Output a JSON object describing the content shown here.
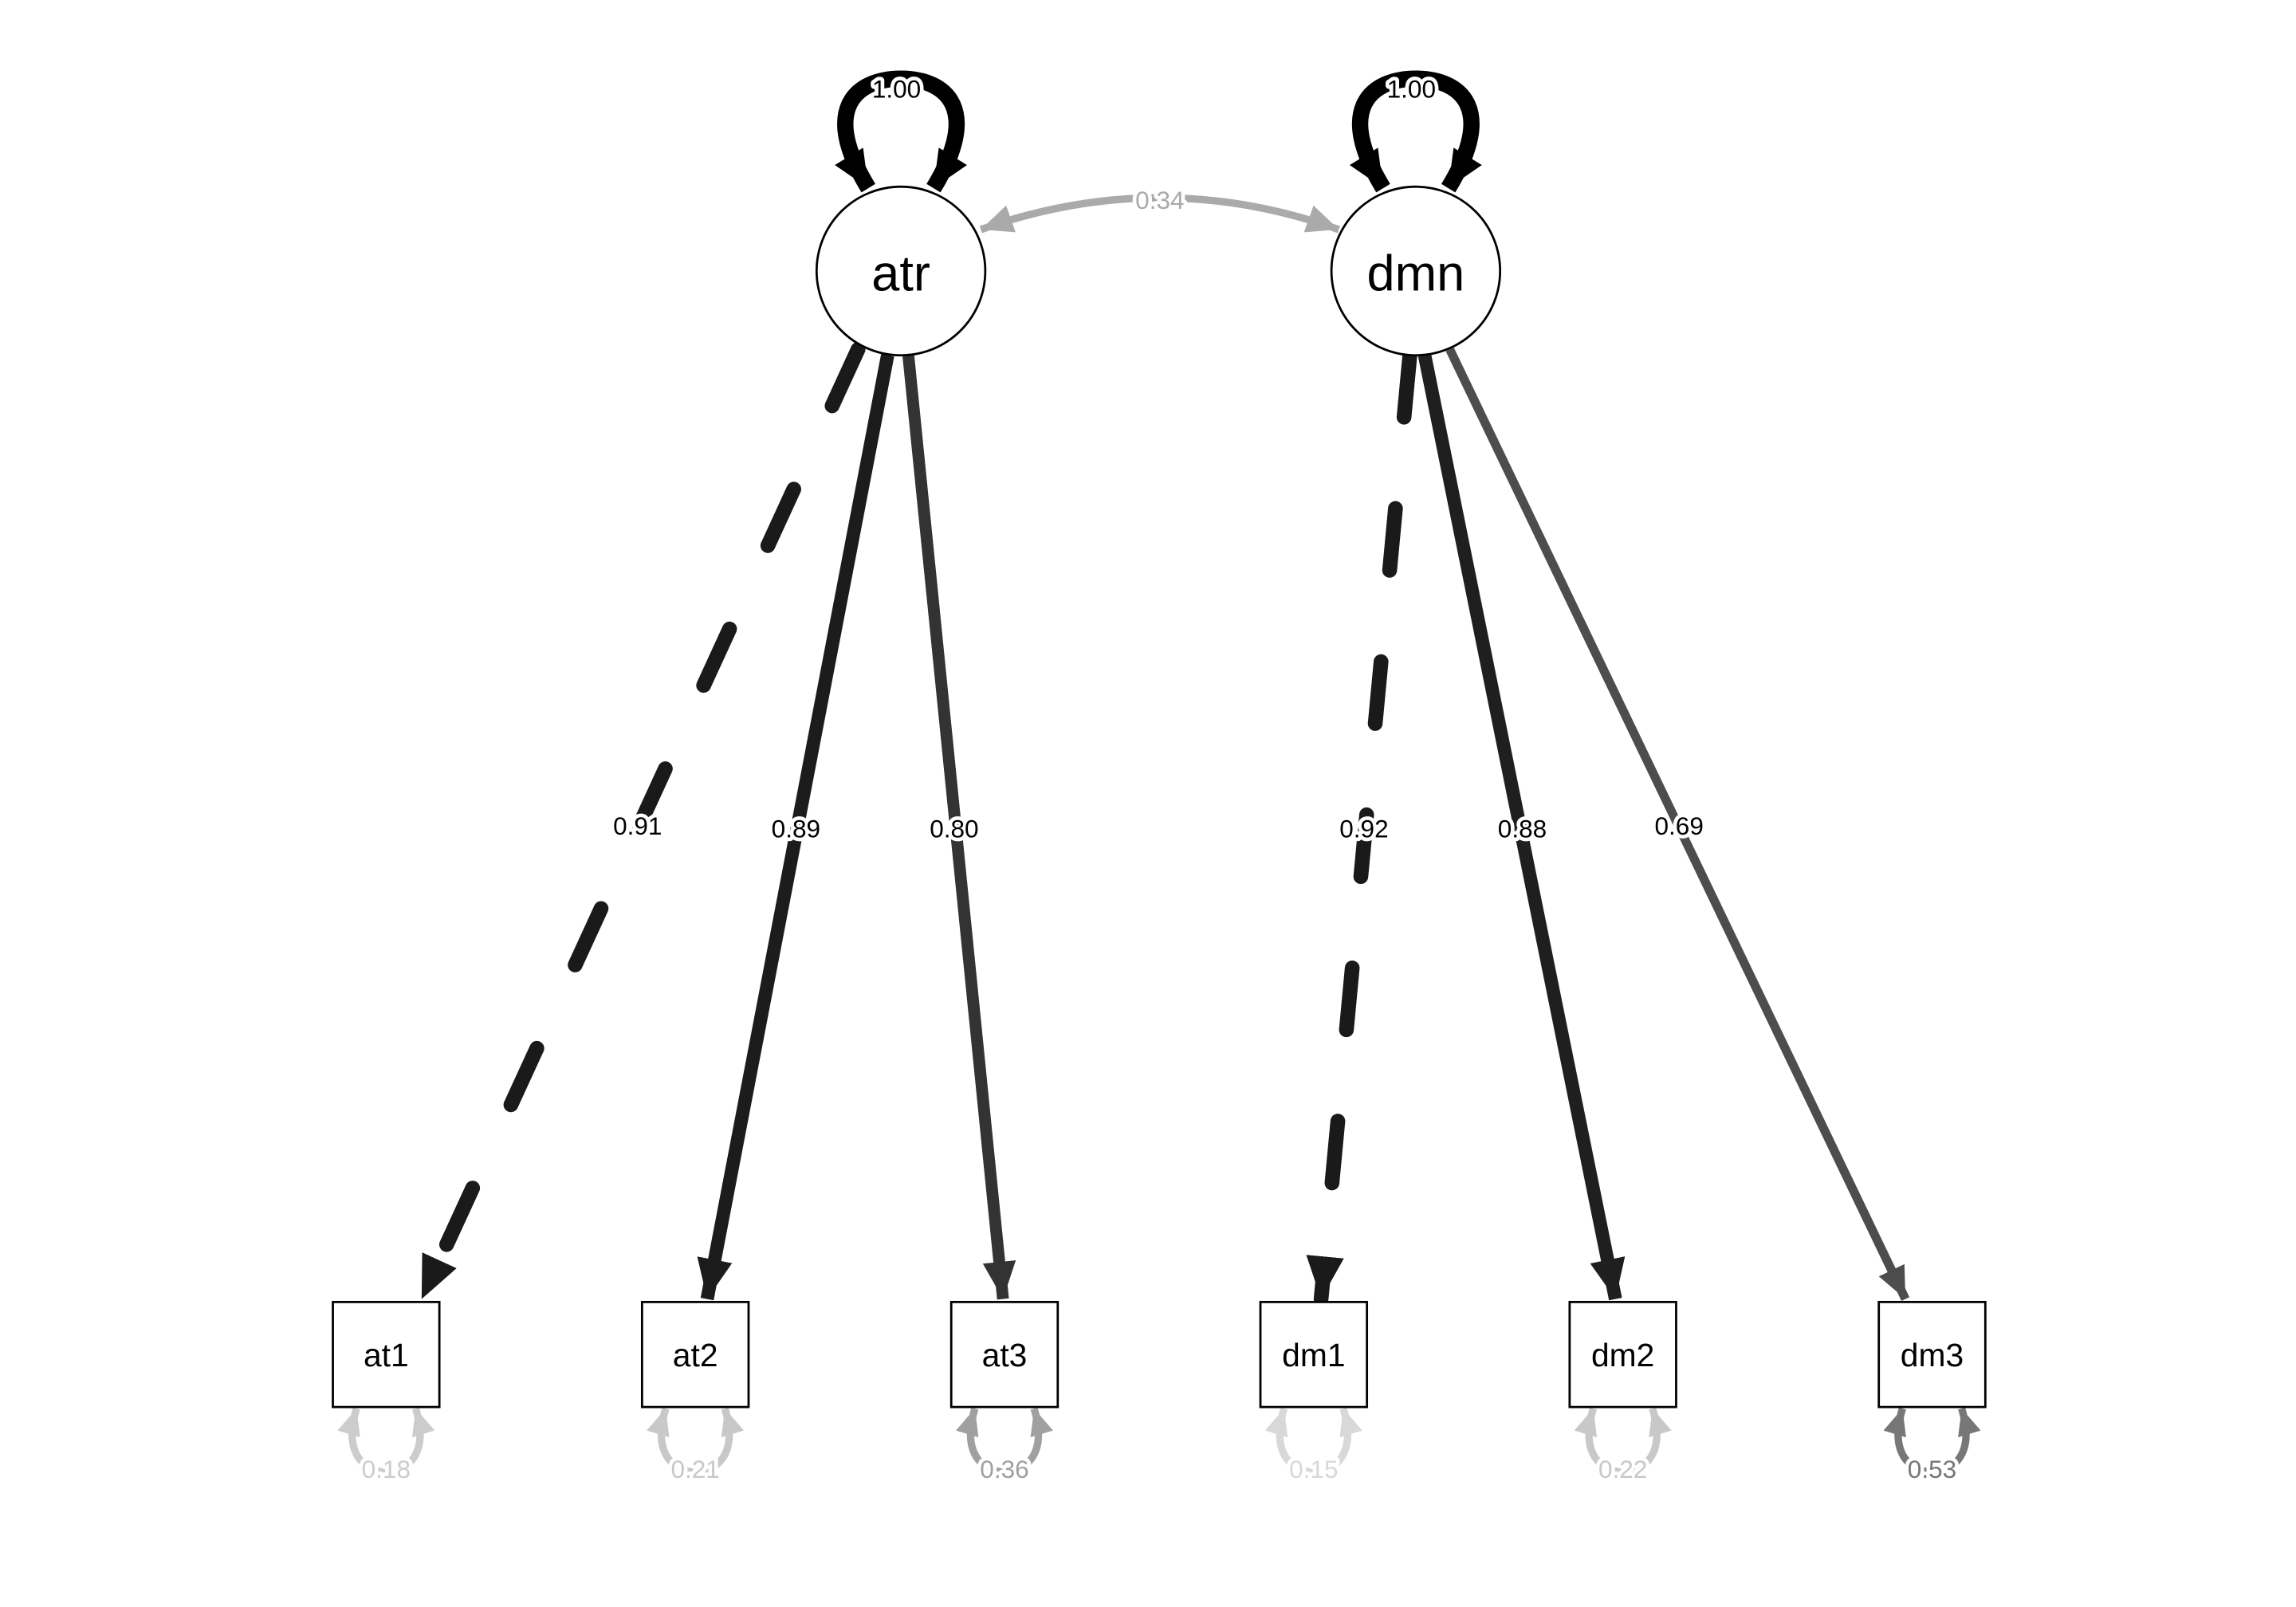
{
  "latents": [
    {
      "name": "atr",
      "variance": "1.00"
    },
    {
      "name": "dmn",
      "variance": "1.00"
    }
  ],
  "covariance": {
    "from": "atr",
    "to": "dmn",
    "value": "0.34",
    "color": "#aaaaaa"
  },
  "indicators": [
    {
      "name": "at1",
      "latent": "atr",
      "loading": "0.91",
      "residual": "0.18",
      "fixed": true,
      "edge_color": "#1a1a1a",
      "residual_color": "#cccccc"
    },
    {
      "name": "at2",
      "latent": "atr",
      "loading": "0.89",
      "residual": "0.21",
      "fixed": false,
      "edge_color": "#1c1c1c",
      "residual_color": "#c8c8c8"
    },
    {
      "name": "at3",
      "latent": "atr",
      "loading": "0.80",
      "residual": "0.36",
      "fixed": false,
      "edge_color": "#333333",
      "residual_color": "#a0a0a0"
    },
    {
      "name": "dm1",
      "latent": "dmn",
      "loading": "0.92",
      "residual": "0.15",
      "fixed": true,
      "edge_color": "#1a1a1a",
      "residual_color": "#d8d8d8"
    },
    {
      "name": "dm2",
      "latent": "dmn",
      "loading": "0.88",
      "residual": "0.22",
      "fixed": false,
      "edge_color": "#1f1f1f",
      "residual_color": "#c8c8c8"
    },
    {
      "name": "dm3",
      "latent": "dmn",
      "loading": "0.69",
      "residual": "0.53",
      "fixed": false,
      "edge_color": "#4d4d4d",
      "residual_color": "#777777"
    }
  ]
}
